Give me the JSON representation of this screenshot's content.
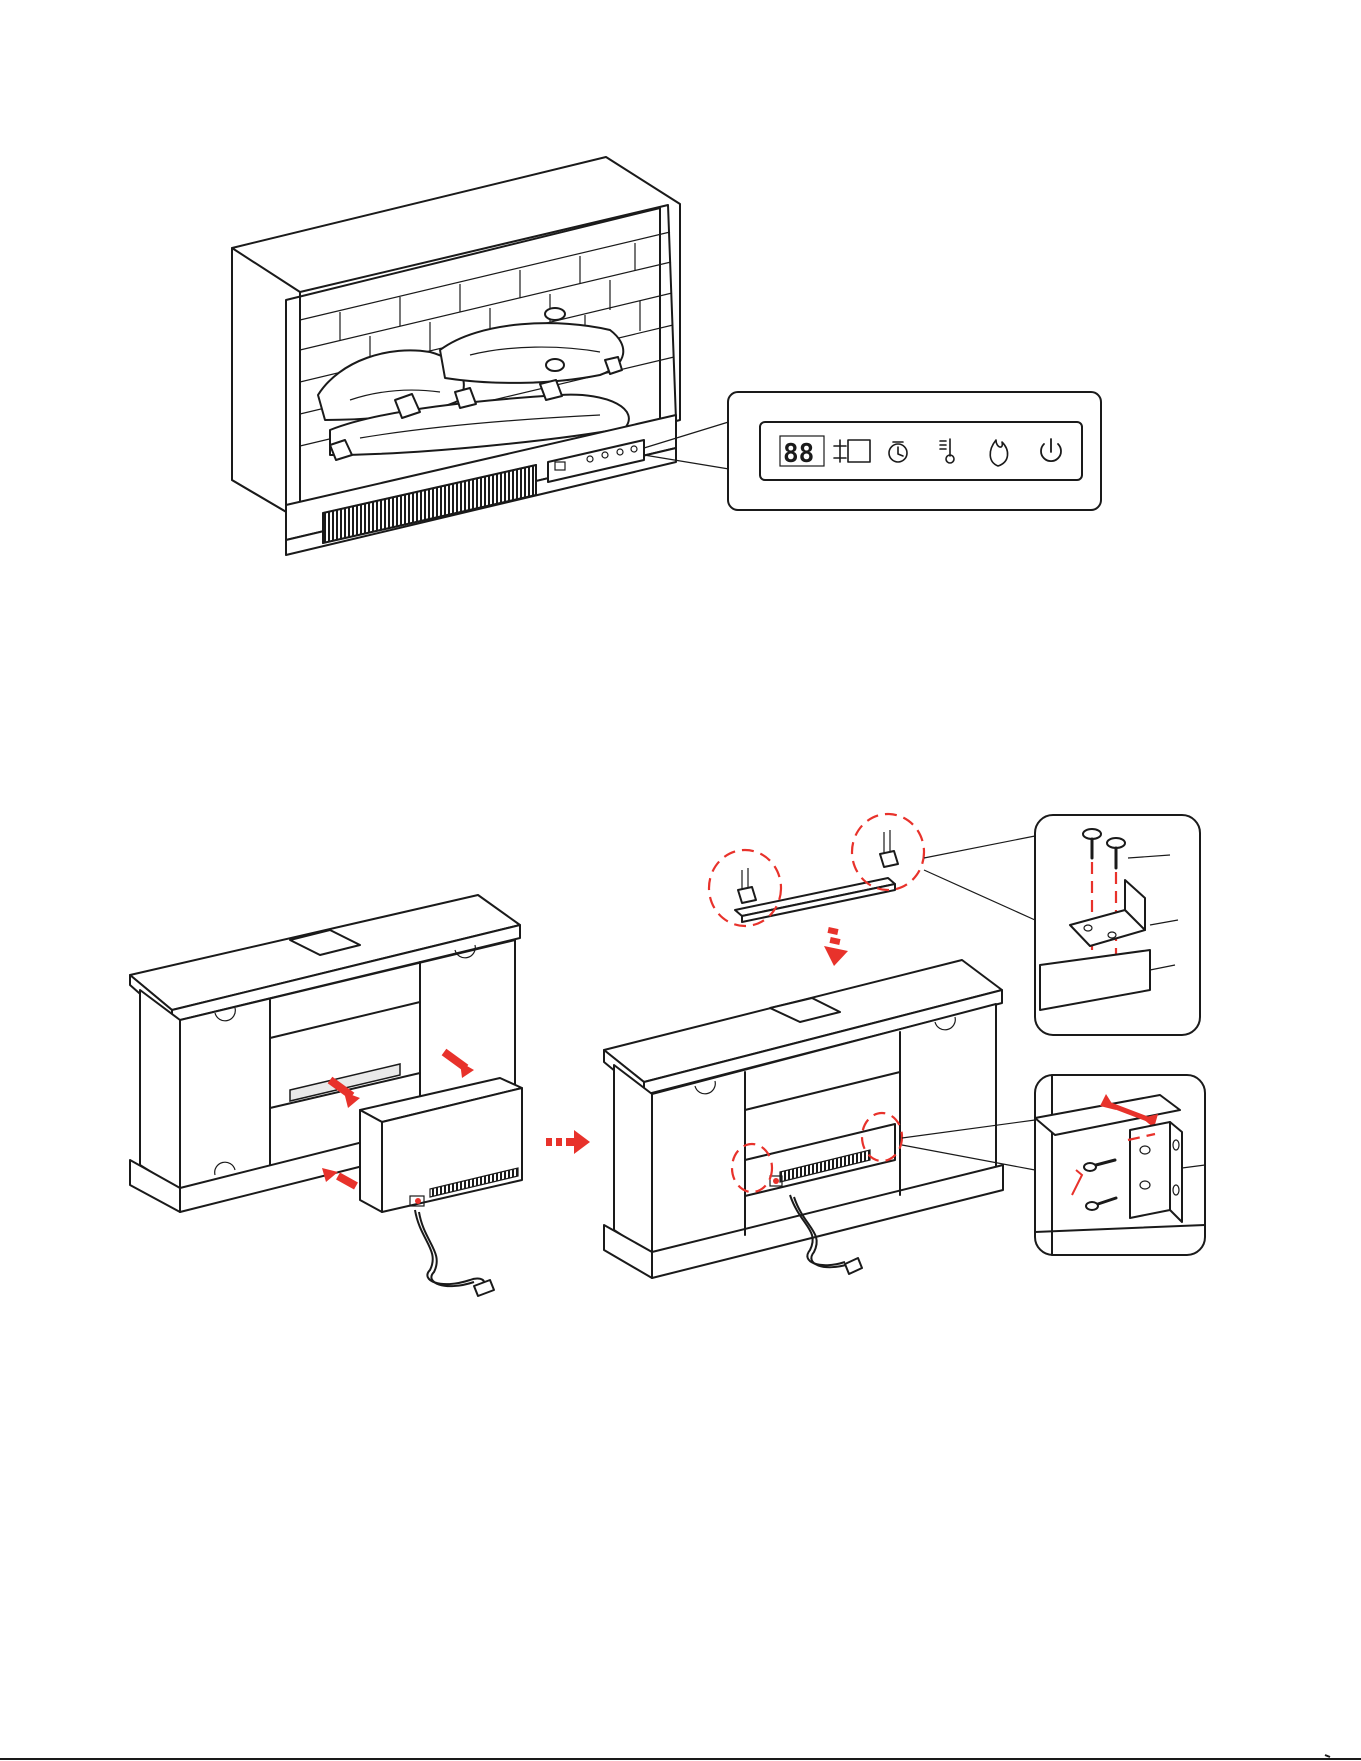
{
  "page": {
    "background": "#ffffff"
  },
  "figure_top": {
    "name": "electric-fireplace-insert",
    "control_panel": {
      "display_value": "88",
      "icons": [
        "seven-segment-display-icon",
        "heat-level-icon",
        "indicator-square-icon",
        "timer-icon",
        "thermometer-icon",
        "flame-icon",
        "power-icon"
      ]
    }
  },
  "figure_bottom": {
    "name": "install-insert-into-mantel",
    "accent_color": "#e8322b",
    "icons": [
      "push-arrow-icon",
      "next-step-arrow-icon",
      "screw-icon",
      "l-bracket-icon",
      "adjust-double-arrow-icon"
    ]
  },
  "footer": {
    "rule": true
  }
}
